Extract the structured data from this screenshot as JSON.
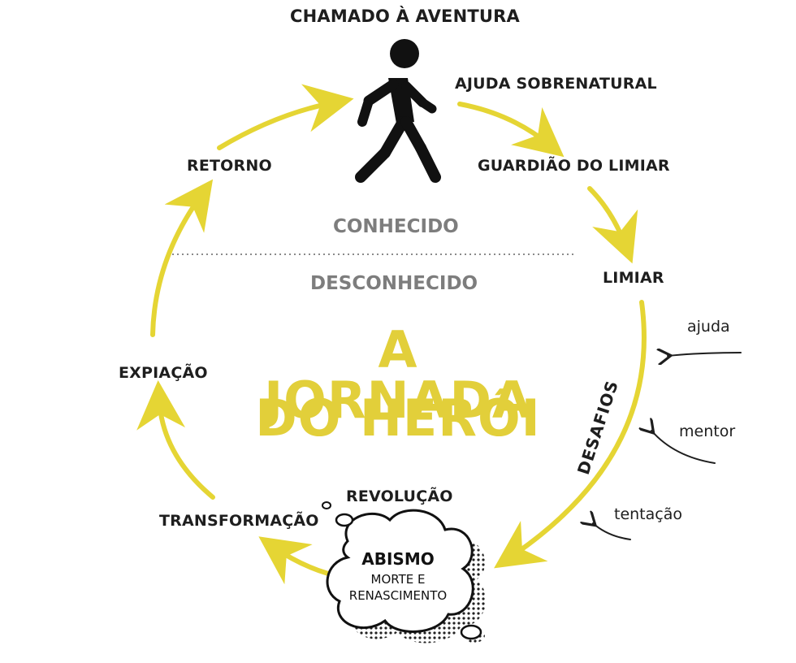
{
  "diagram": {
    "title_line1": "A JORNADA",
    "title_line2": "DO HERÓI",
    "zone_known": "CONHECIDO",
    "zone_unknown": "DESCONHECIDO",
    "stages": {
      "call": "CHAMADO À AVENTURA",
      "aid": "AJUDA SOBRENATURAL",
      "guardian": "GUARDIÃO DO LIMIAR",
      "threshold": "LIMIAR",
      "challenges": "DESAFIOS",
      "revelation": "REVOLUÇÃO",
      "abyss": "ABISMO",
      "abyss_sub1": "MORTE E",
      "abyss_sub2": "RENASCIMENTO",
      "transformation": "TRANSFORMAÇÃO",
      "atonement": "EXPIAÇÃO",
      "return": "RETORNO"
    },
    "influences": [
      "ajuda",
      "mentor",
      "tentação"
    ],
    "colors": {
      "arrow": "#e5d534",
      "title": "#e2cf3a",
      "zone_text": "#7d7d7d",
      "text": "#1e1e1e",
      "divider": "#8a8a8a"
    },
    "icons": [
      "walking-person-icon",
      "thought-cloud-icon"
    ]
  }
}
